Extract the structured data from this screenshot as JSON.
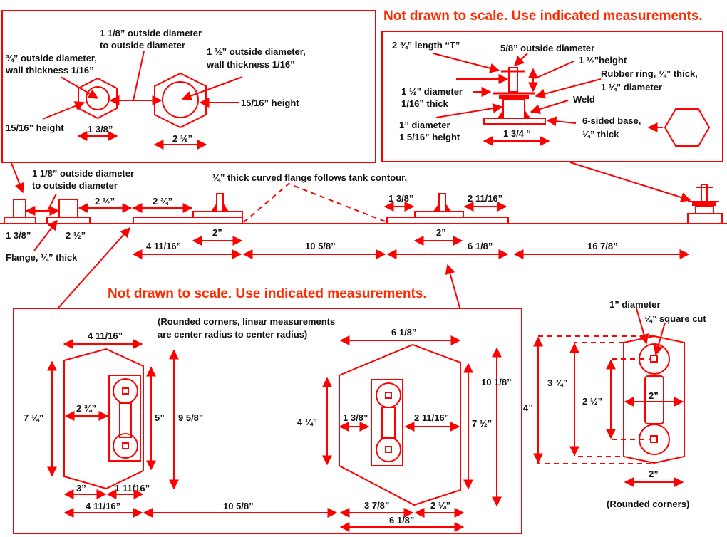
{
  "colors": {
    "line": "#ff0000",
    "note": "#ff2a00",
    "text": "#111111"
  },
  "notes": {
    "top": "Not drawn to scale. Use indicated measurements.",
    "bottom": "Not drawn to scale. Use indicated measurements."
  },
  "nut_detail": {
    "od_to_od_1": "1 1/8” outside diameter",
    "od_to_od_2": "to outside diameter",
    "small_od_1": "¾” outside diameter,",
    "small_od_2": "wall thickness 1/16”",
    "large_od_1": "1 ½” outside diameter,",
    "large_od_2": "wall thickness 1/16”",
    "small_height": "15/16” height",
    "large_height": "15/16” height",
    "small_width": "1 3/8”",
    "large_width": "2 ½”"
  },
  "post_detail": {
    "t_length": "2 ¾” length “T”",
    "post_od": "5/8” outside diameter",
    "height": "1 ½”height",
    "ring_1": "Rubber ring, ¼” thick,",
    "ring_2": "1 ¼” diameter",
    "washer_1": "1 ½” diameter",
    "washer_2": "1/16” thick",
    "weld": "Weld",
    "body_1": "1” diameter",
    "body_2": "1 5/16” height",
    "base_1": "6-sided base,",
    "base_2": "¼” thick",
    "base_width": "1 3/4 “"
  },
  "side_view": {
    "od_to_od_1": "1 1/8” outside diameter",
    "od_to_od_2": "to outside diameter",
    "flange_note": "¼” thick curved flange follows tank contour.",
    "gap_1": "2 ½”",
    "gap_2": "2 ¾”",
    "left_offset": "1 3/8”",
    "right_offset": "2 11/16”",
    "small_base": "1 3/8”",
    "large_base": "2 ½”",
    "flange_thick": "Flange, ¼” thick",
    "post_w_1": "2”",
    "post_w_2": "2”",
    "span_1": "4 11/16”",
    "span_2": "10 5/8”",
    "span_3": "6 1/8”",
    "span_4": "16 7/8”"
  },
  "plate_detail": {
    "rounded_note_1": "(Rounded corners, linear measurements",
    "rounded_note_2": "are center radius to center radius)",
    "left": {
      "top_width": "4 11/16”",
      "side_height": "7 ¼”",
      "inset": "2 ¾”",
      "inner_height": "5”",
      "total_height": "9 5/8”",
      "bottom_left": "3”",
      "bottom_right": "1 11/16”",
      "bottom_width": "4 11/16”"
    },
    "between": "10 5/8”",
    "right": {
      "top_width": "6 1/8”",
      "side_height": "4 ¼”",
      "inset_left": "1 3/8”",
      "inset_right": "2 11/16”",
      "inner_height": "7 ½”",
      "total_height": "10 1/8”",
      "bottom_left": "3 7/8”",
      "bottom_right": "2 ¼”",
      "bottom_width": "6 1/8”"
    }
  },
  "tie_detail": {
    "diameter": "1” diameter",
    "square_cut": "¼” square cut",
    "outer_height": "4”",
    "mid_height": "3 ¾”",
    "hole_spacing": "2 ½”",
    "inner_width": "2”",
    "bottom_width": "2”",
    "rounded_note": "(Rounded corners)"
  }
}
